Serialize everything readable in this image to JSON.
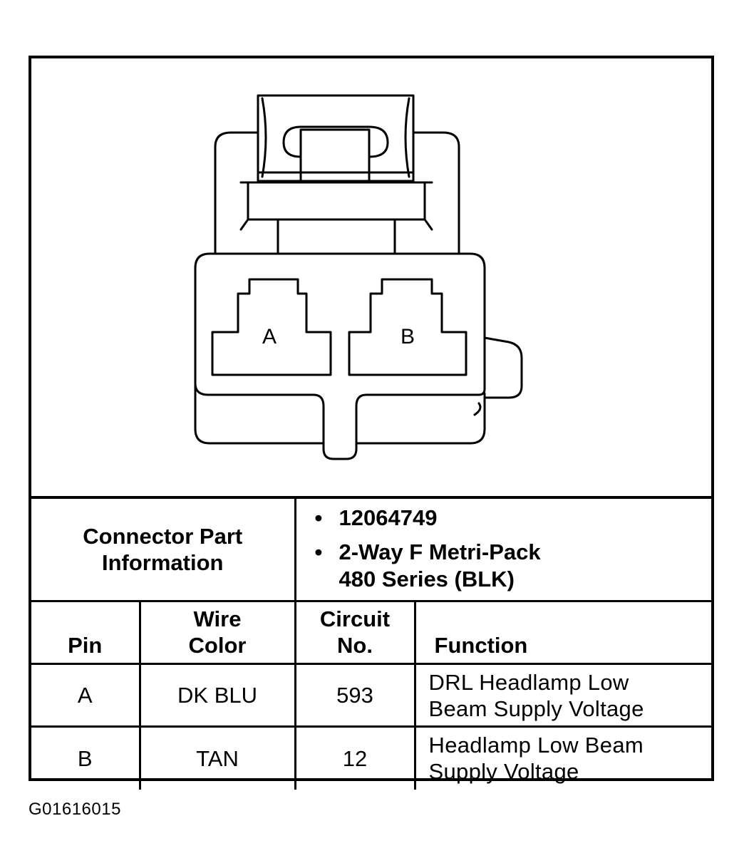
{
  "diagram": {
    "pins": [
      {
        "label": "A"
      },
      {
        "label": "B"
      }
    ]
  },
  "connector_info": {
    "label_line1": "Connector Part",
    "label_line2": "Information",
    "bullet_symbol": "•",
    "items": [
      {
        "line1": "12064749",
        "line2": ""
      },
      {
        "line1": "2-Way F Metri-Pack",
        "line2": "480 Series (BLK)"
      }
    ]
  },
  "table": {
    "headers": {
      "pin": "Pin",
      "wire_line1": "Wire",
      "wire_line2": "Color",
      "circuit_line1": "Circuit",
      "circuit_line2": "No.",
      "function": "Function"
    },
    "rows": [
      {
        "pin": "A",
        "wire": "DK BLU",
        "circuit": "593",
        "function_line1": "DRL Headlamp Low",
        "function_line2": "Beam Supply Voltage"
      },
      {
        "pin": "B",
        "wire": "TAN",
        "circuit": "12",
        "function_line1": "Headlamp Low Beam",
        "function_line2": "Supply Voltage"
      }
    ]
  },
  "figure_code": "G01616015"
}
